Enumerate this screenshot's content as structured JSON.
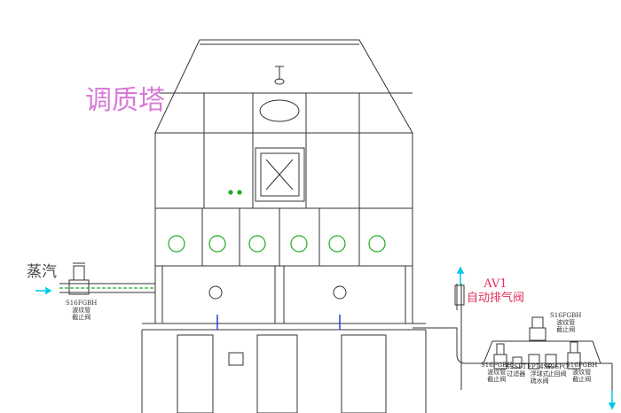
{
  "title": "调质塔",
  "steam_label": "蒸汽",
  "av1": {
    "tag": "AV1",
    "name": "自动排气阀"
  },
  "valves": {
    "inlet": {
      "model": "S16FGBH",
      "name1": "波纹管",
      "name2": "截止阀"
    },
    "bypass": {
      "model": "S16FGBH",
      "name1": "波纹管",
      "name2": "截止阀"
    },
    "trap_in": {
      "model": "S16FGBH",
      "name1": "波纹管",
      "name2": "截止阀"
    },
    "strainer": {
      "model": "S2SPT",
      "name1": "过滤器"
    },
    "trap": {
      "model": "FPT4SP",
      "name1": "浮球式",
      "name2": "疏水阀"
    },
    "check": {
      "model": "S2SPC",
      "name1": "止回阀"
    },
    "trap_out": {
      "model": "S16FGBH",
      "name1": "波纹管",
      "name2": "截止阀"
    }
  },
  "colors": {
    "pipe_green": "#22aa22",
    "arrow_cyan": "#00c8e8",
    "line": "#333333"
  }
}
